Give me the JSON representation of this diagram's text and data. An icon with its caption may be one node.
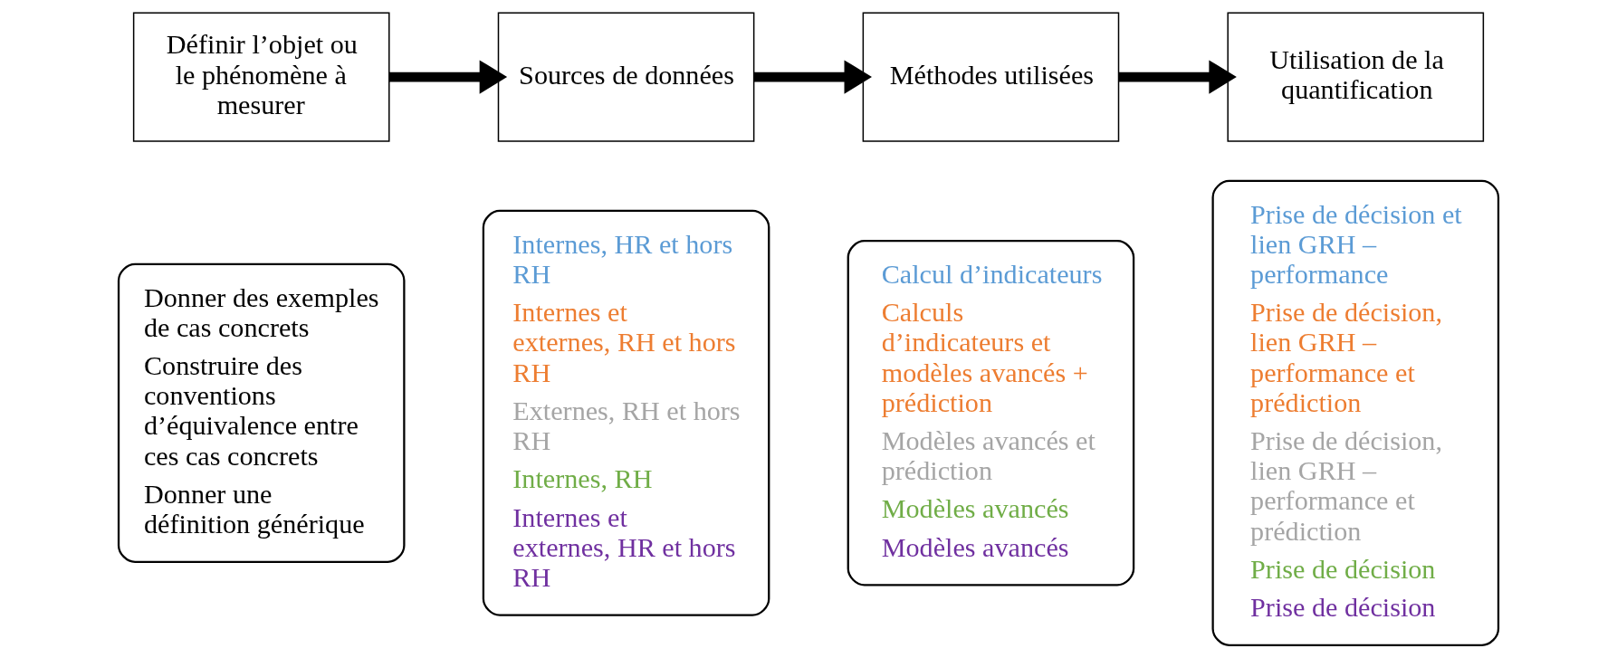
{
  "diagram": {
    "nodes": [
      {
        "text": [
          "Définir l’objet ou le phénomène à mesurer"
        ]
      },
      {
        "text": [
          "Sources de données"
        ]
      },
      {
        "text": [
          "Méthodes utilisées"
        ]
      },
      {
        "text": [
          "Utilisation de la quantification"
        ]
      },
      {
        "text": [
          "Donner des exemples de cas concrets",
          "Construire des conventions d’équivalence entre ces cas concrets",
          "Donner une définition générique"
        ]
      },
      {
        "text": [
          "Internes, HR et hors RH",
          "Internes et externes, RH et hors RH",
          "Externes, RH et hors RH",
          "Internes, RH",
          "Internes et externes, HR et hors RH"
        ]
      },
      {
        "text": [
          "Calcul d’indicateurs",
          "Calculs d’indicateurs et modèles avancés + prédiction",
          "Modèles avancés et prédiction",
          "Modèles avancés",
          "Modèles avancés"
        ]
      },
      {
        "text": [
          "Prise de décision et lien GRH – performance",
          "Prise de décision, lien GRH – performance et prédiction",
          "Prise de décision, lien GRH – performance et prédiction",
          "Prise de décision",
          "Prise de décision"
        ]
      }
    ],
    "edges": [
      {
        "from": 0,
        "to": 1,
        "arrow": "to"
      },
      {
        "from": 1,
        "to": 2,
        "arrow": "to"
      },
      {
        "from": 2,
        "to": 3,
        "arrow": "to"
      }
    ]
  }
}
